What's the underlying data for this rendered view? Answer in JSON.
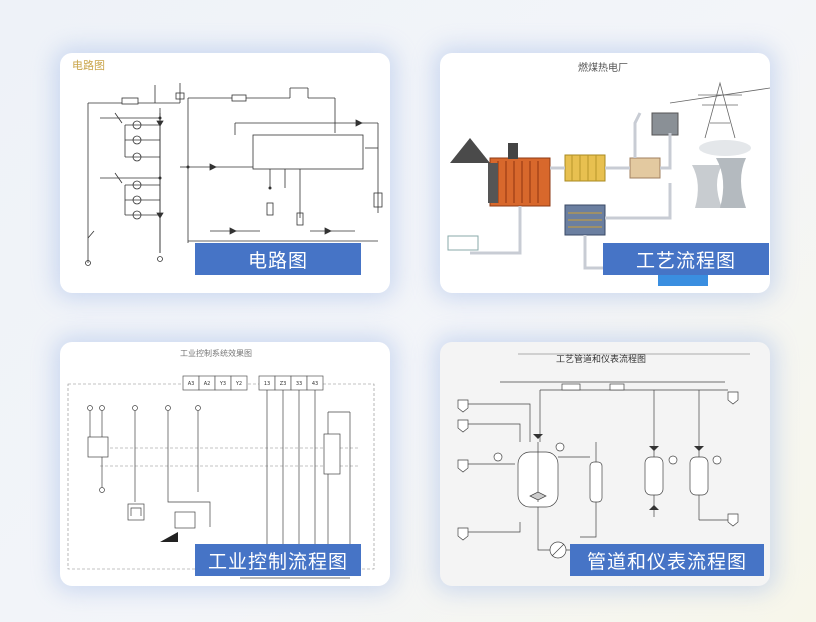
{
  "cards": [
    {
      "inner_title": "电路图",
      "label": "电路图"
    },
    {
      "inner_title": "燃煤热电厂",
      "label": "工艺流程图"
    },
    {
      "inner_title": "工业控制系统效果图",
      "label": "工业控制流程图",
      "signals": [
        "A3",
        "A2",
        "Y3",
        "Y2",
        "13",
        "Z3",
        "33",
        "43"
      ]
    },
    {
      "inner_title": "工艺管道和仪表流程图",
      "label": "管道和仪表流程图"
    }
  ],
  "colors": {
    "label_bg": "#4674c6",
    "label_text": "#ffffff",
    "card_glow": "#a0b9e6"
  }
}
